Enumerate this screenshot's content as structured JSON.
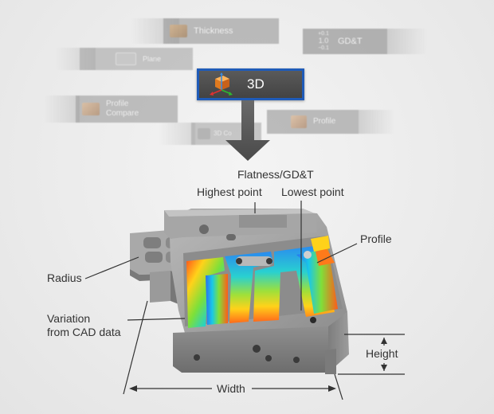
{
  "modes": {
    "thickness": "Thickness",
    "gdt": "GD&T",
    "gdt_top": "+0.1",
    "gdt_mid": "1.0",
    "gdt_bot": "−0.1",
    "plane": "Plane",
    "active": "3D",
    "profile_compare_1": "Profile",
    "profile_compare_2": "Compare",
    "three_d_compare": "3D Co",
    "profile": "Profile"
  },
  "callouts": {
    "flatness": "Flatness/GD&T",
    "highest": "Highest point",
    "lowest": "Lowest point",
    "profile": "Profile",
    "radius": "Radius",
    "variation_1": "Variation",
    "variation_2": "from CAD data",
    "height": "Height",
    "width": "Width"
  },
  "colors": {
    "accent": "#1f5bb8",
    "part": "#9a9a9a"
  }
}
